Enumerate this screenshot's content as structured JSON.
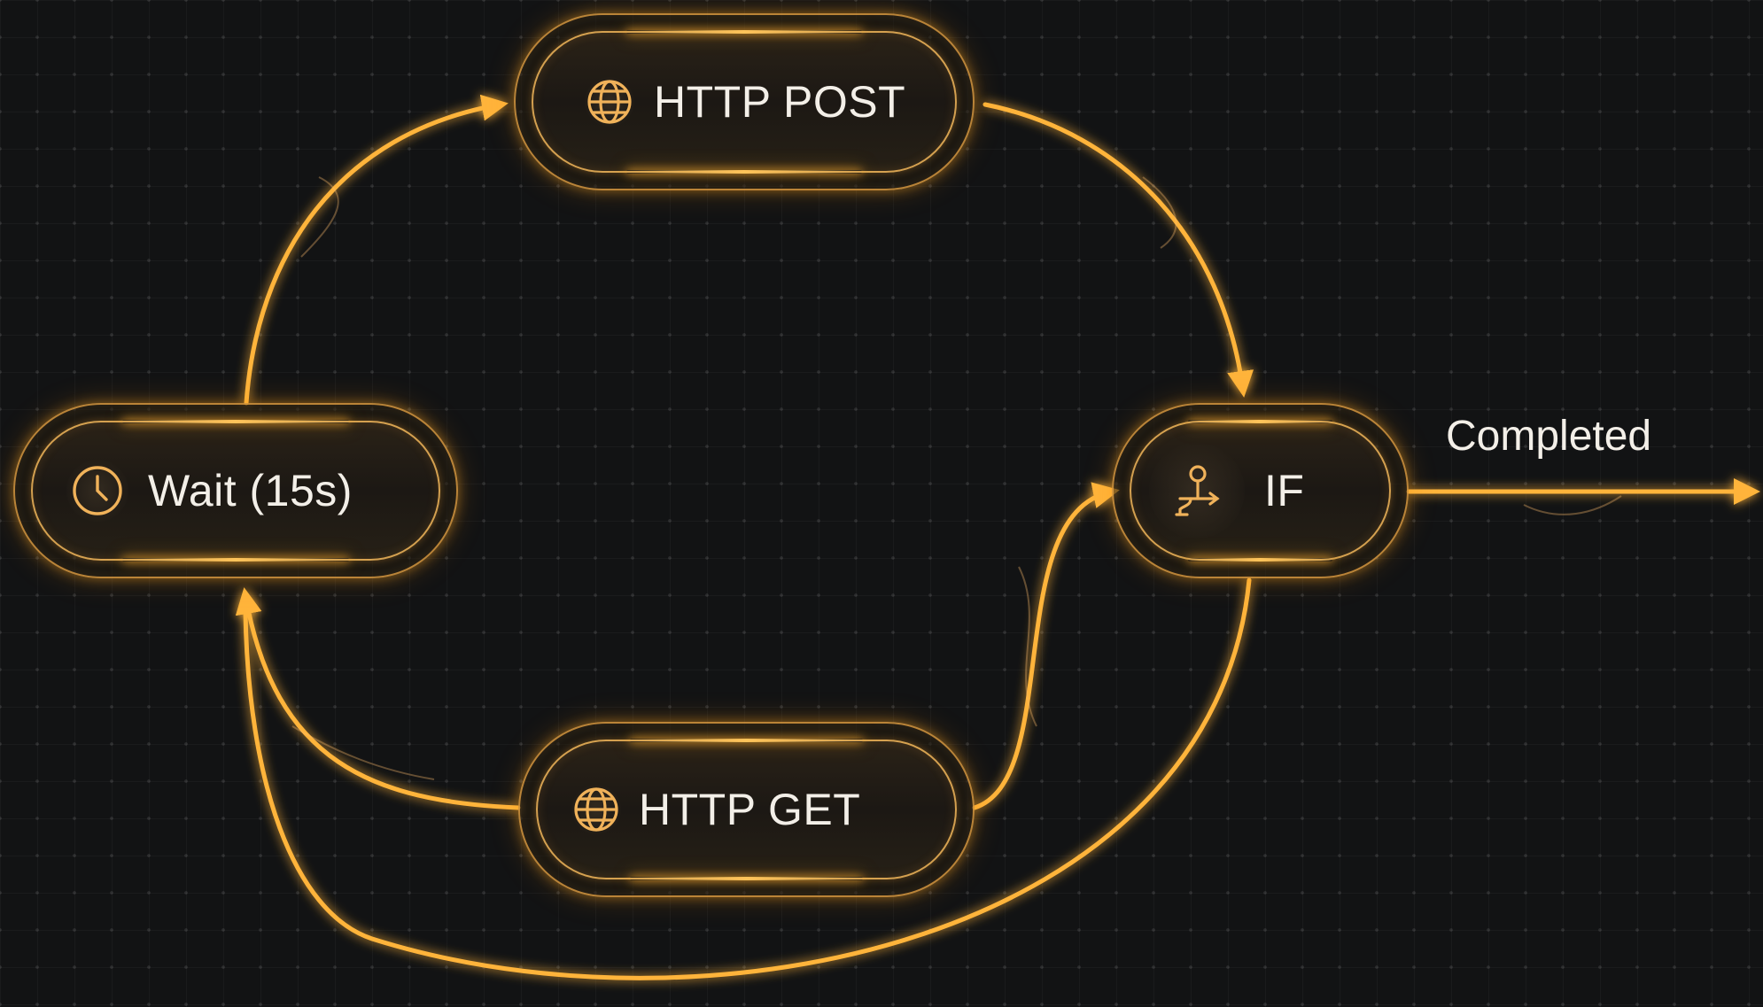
{
  "nodes": {
    "http_post": {
      "label": "HTTP POST",
      "icon": "globe-icon"
    },
    "wait": {
      "label": "Wait (15s)",
      "icon": "clock-icon"
    },
    "if": {
      "label": "IF",
      "icon": "branch-icon"
    },
    "http_get": {
      "label": "HTTP GET",
      "icon": "globe-icon"
    }
  },
  "edges": [
    {
      "from": "wait",
      "to": "http_post",
      "label": ""
    },
    {
      "from": "http_post",
      "to": "if",
      "label": ""
    },
    {
      "from": "http_get",
      "to": "if",
      "label": ""
    },
    {
      "from": "http_get",
      "to": "wait",
      "label": ""
    },
    {
      "from": "if",
      "to": "wait",
      "label": ""
    },
    {
      "from": "if",
      "to": "exit",
      "label": "Completed"
    }
  ],
  "colors": {
    "background": "#121314",
    "accent": "#ffb43a",
    "text": "#f3efe8"
  }
}
